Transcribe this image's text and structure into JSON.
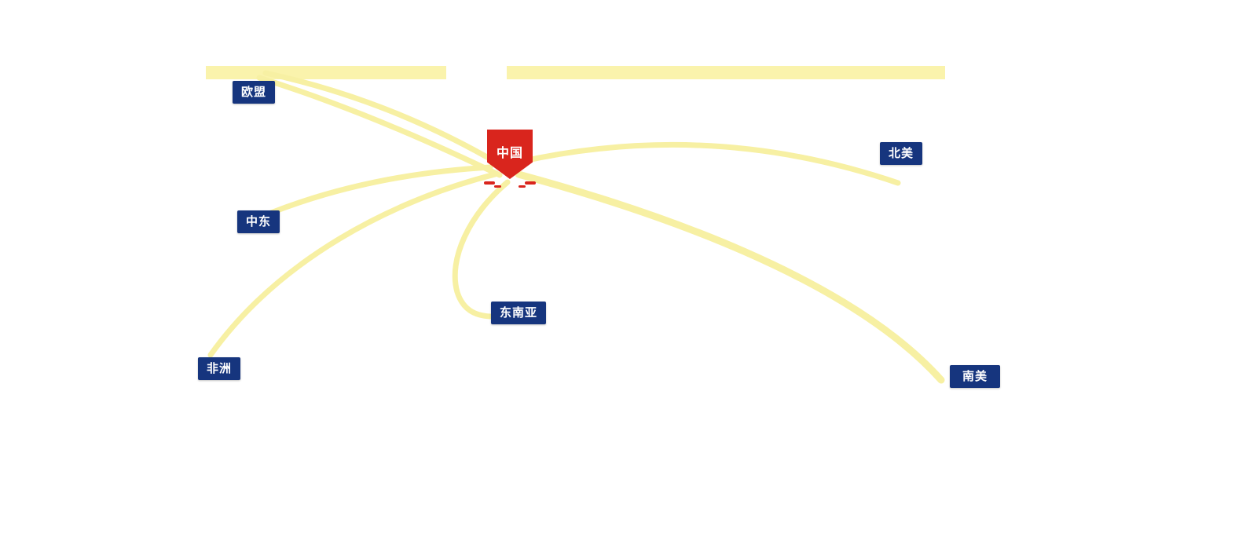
{
  "diagram": {
    "type": "radial-route-map",
    "center": {
      "label": "中国"
    },
    "regions": [
      {
        "id": "eu",
        "label": "欧盟"
      },
      {
        "id": "north-america",
        "label": "北美"
      },
      {
        "id": "middle-east",
        "label": "中东"
      },
      {
        "id": "southeast-asia",
        "label": "东南亚"
      },
      {
        "id": "africa",
        "label": "非洲"
      },
      {
        "id": "south-america",
        "label": "南美"
      }
    ],
    "colors": {
      "route": "#f7f0a3",
      "top_bar": "#faf3ac",
      "region_label_bg": "#16357e",
      "region_label_text": "#ffffff",
      "center_marker_bg": "#d9251d",
      "center_marker_text": "#ffffff",
      "background": "#ffffff"
    }
  }
}
